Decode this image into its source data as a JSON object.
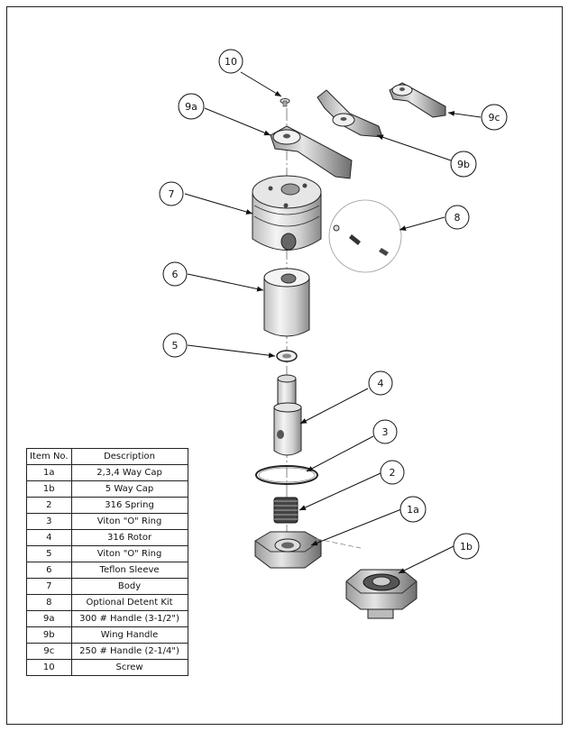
{
  "callouts": {
    "c10": "10",
    "c9a": "9a",
    "c9b": "9b",
    "c9c": "9c",
    "c7": "7",
    "c8": "8",
    "c6": "6",
    "c5": "5",
    "c4": "4",
    "c3": "3",
    "c2": "2",
    "c1a": "1a",
    "c1b": "1b"
  },
  "bom": {
    "header_item": "Item No.",
    "header_desc": "Description",
    "rows": [
      {
        "item": "1a",
        "desc": "2,3,4 Way Cap"
      },
      {
        "item": "1b",
        "desc": "5 Way Cap"
      },
      {
        "item": "2",
        "desc": "316 Spring"
      },
      {
        "item": "3",
        "desc": "Viton \"O\" Ring"
      },
      {
        "item": "4",
        "desc": "316 Rotor"
      },
      {
        "item": "5",
        "desc": "Viton \"O\" Ring"
      },
      {
        "item": "6",
        "desc": "Teflon Sleeve"
      },
      {
        "item": "7",
        "desc": "Body"
      },
      {
        "item": "8",
        "desc": "Optional Detent Kit"
      },
      {
        "item": "9a",
        "desc": "300 # Handle (3-1/2\")"
      },
      {
        "item": "9b",
        "desc": "Wing Handle"
      },
      {
        "item": "9c",
        "desc": "250 # Handle (2-1/4\")"
      },
      {
        "item": "10",
        "desc": "Screw"
      }
    ]
  }
}
